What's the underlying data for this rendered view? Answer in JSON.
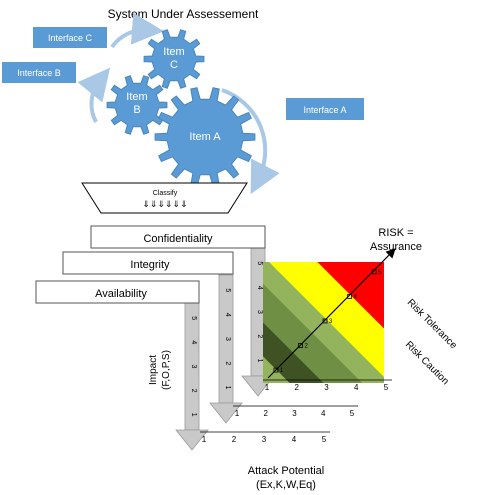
{
  "title": "System Under Assessement",
  "items": {
    "c": [
      "Item",
      "C"
    ],
    "b": [
      "Item",
      "B"
    ],
    "a": "Item A"
  },
  "interfaces": {
    "c": "Interface C",
    "b": "Interface B",
    "a": "Interface A"
  },
  "classify_label": "Classify",
  "classify_arrows": "⇓⇓⇓⇓⇓⇓",
  "properties": {
    "confidentiality": "Confidentiality",
    "integrity": "Integrity",
    "availability": "Availability"
  },
  "shaft_numbers": [
    "5",
    "4",
    "3",
    "2",
    "1"
  ],
  "axis_ticks": [
    "1",
    "2",
    "3",
    "4",
    "5"
  ],
  "risk_label": [
    "RISK =",
    "Assurance"
  ],
  "risk_tolerance": "Risk Tolerance",
  "risk_caution": "Risk Caution",
  "impact_label": [
    "Impact",
    "(F,O,P,S)"
  ],
  "attack_label": [
    "Attack Potential",
    "(Ex,K,W,Eq)"
  ],
  "diagonal_points": [
    "1",
    "2",
    "3",
    "4",
    "5"
  ],
  "colors": {
    "gear": "#5b9bd5",
    "gear_stroke": "#4a86bd",
    "interface_box": "#5b9bd5",
    "light_blue_arc": "#a9c8e6",
    "red": "#ff0000",
    "yellow": "#ffff00",
    "light_green": "#93b45c",
    "mid_green": "#6f8f44",
    "dark_green": "#3f5223",
    "shaft": "#c9c9c9"
  }
}
